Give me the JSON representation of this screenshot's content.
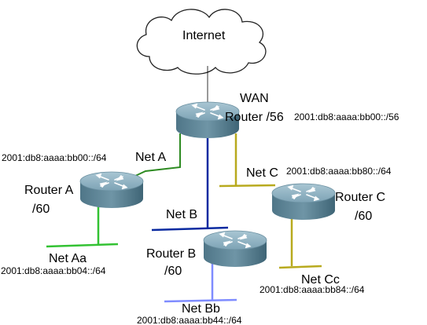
{
  "cloud": {
    "label": "Internet"
  },
  "wan_router": {
    "label_line1": "WAN",
    "label_line2": "Router /56",
    "prefix": "2001:db8:aaaa:bb00::/56"
  },
  "router_a": {
    "label_line1": "Router A",
    "label_line2": "/60"
  },
  "router_b": {
    "label_line1": "Router B",
    "label_line2": "/60"
  },
  "router_c": {
    "label_line1": "Router C",
    "label_line2": "/60"
  },
  "net_a": {
    "label": "Net A",
    "prefix": "2001:db8:aaaa:bb00::/64",
    "color": "#2e8b22"
  },
  "net_b": {
    "label": "Net B",
    "color": "#0a2aa0"
  },
  "net_c": {
    "label": "Net C",
    "prefix": "2001:db8:aaaa:bb80::/64",
    "color": "#b8aa1e"
  },
  "net_aa": {
    "label": "Net Aa",
    "prefix": "2001:db8:aaaa:bb04::/64",
    "color": "#33c233"
  },
  "net_bb": {
    "label": "Net Bb",
    "prefix": "2001:db8:aaaa:bb44::/64",
    "color": "#7f8cff"
  },
  "net_cc": {
    "label": "Net Cc",
    "prefix": "2001:db8:aaaa:bb84::/64",
    "color": "#b8aa1e"
  },
  "colors": {
    "router_top": "#8fb2c2",
    "router_side": "#5f8799",
    "cloud_fill": "#ffffff",
    "cloud_stroke": "#222222"
  },
  "icons": {
    "cloud": "cloud-icon",
    "router": "router-icon"
  }
}
